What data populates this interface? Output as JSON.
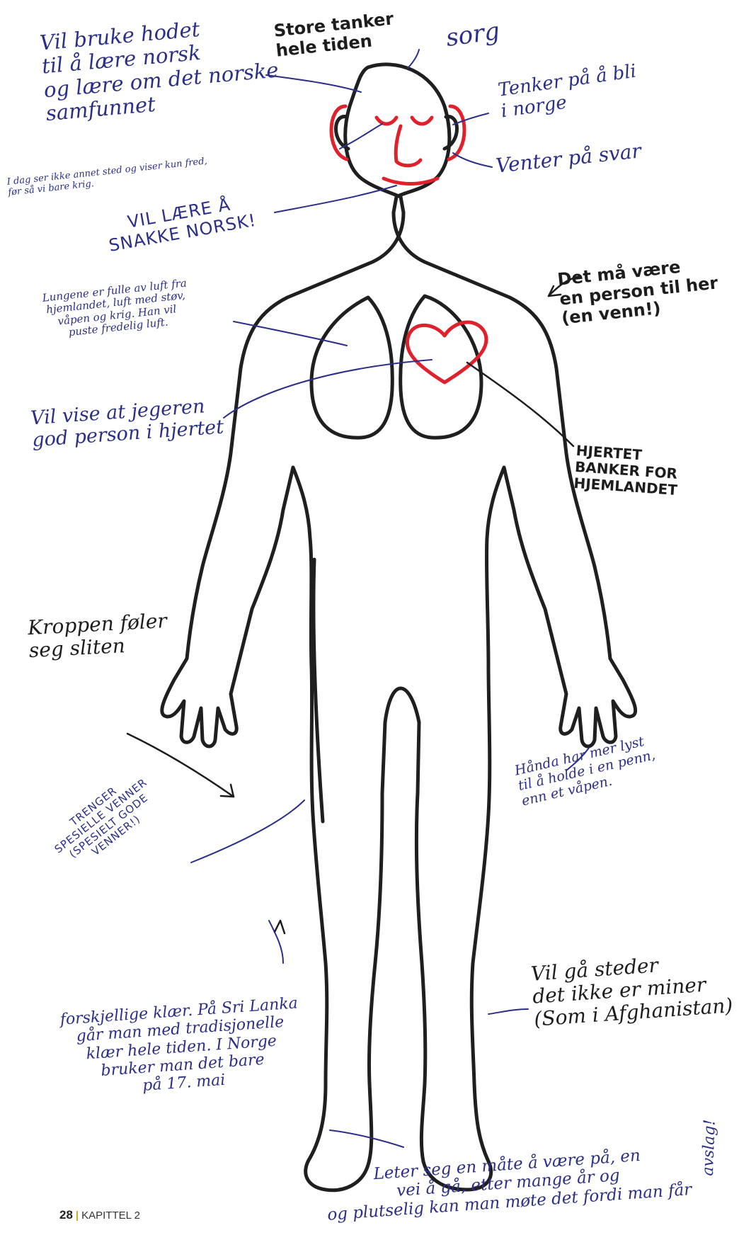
{
  "notes": {
    "store_tanker": "Store tanker\nhele tiden",
    "sorg": "sorg",
    "vil_bruke_hodet": "Vil bruke hodet\ntil å lære norsk\nog lære om det norske\nsamfunnet",
    "tenker_pa": "Tenker på å bli\ni norge",
    "venter": "Venter på svar",
    "i_dag": "I dag ser ikke annet sted og viser kun fred,\nfør så vi bare krig.",
    "vil_laere": "VIL LÆRE Å\nSNAKKE NORSK!",
    "det_ma_vaere": "Det må være\nen person til her\n(en venn!)",
    "lungene": "Lungene er fulle av luft fra\nhjemlandet, luft med støv,\nvåpen og krig. Han vil\npuste fredelig luft.",
    "vil_vise": "Vil vise at jegeren\ngod person i hjertet",
    "hjertet": "HJERTET\nBANKER FOR\nHJEMLANDET",
    "kroppen": "Kroppen føler\nseg sliten",
    "trenger": "TRENGER\nSPESIELLE VENNER\n(SPESIELT GODE\nVENNER!)",
    "handa": "Hånda har mer lyst\ntil å holde i en penn,\nenn et våpen.",
    "vil_ga": "Vil gå steder\ndet ikke er miner\n(Som i Afghanistan)",
    "forskjellige": "forskjellige klær. På Sri Lanka\ngår man med tradisjonelle\nklær hele tiden. I Norge\nbruker man det bare\npå 17. mai",
    "leter": "Leter seg en måte å være på, en\nvei å gå, etter mange år og\nog plutselig kan man møte det fordi man får",
    "avslag": "avslag!"
  },
  "footer": {
    "page_number": "28",
    "separator": "|",
    "chapter": "KAPITTEL 2"
  },
  "colors": {
    "ink_blue": "#2b2f86",
    "ink_black": "#1d1d1d",
    "ink_red": "#e0212b",
    "footer_accent": "#d0a52a"
  }
}
